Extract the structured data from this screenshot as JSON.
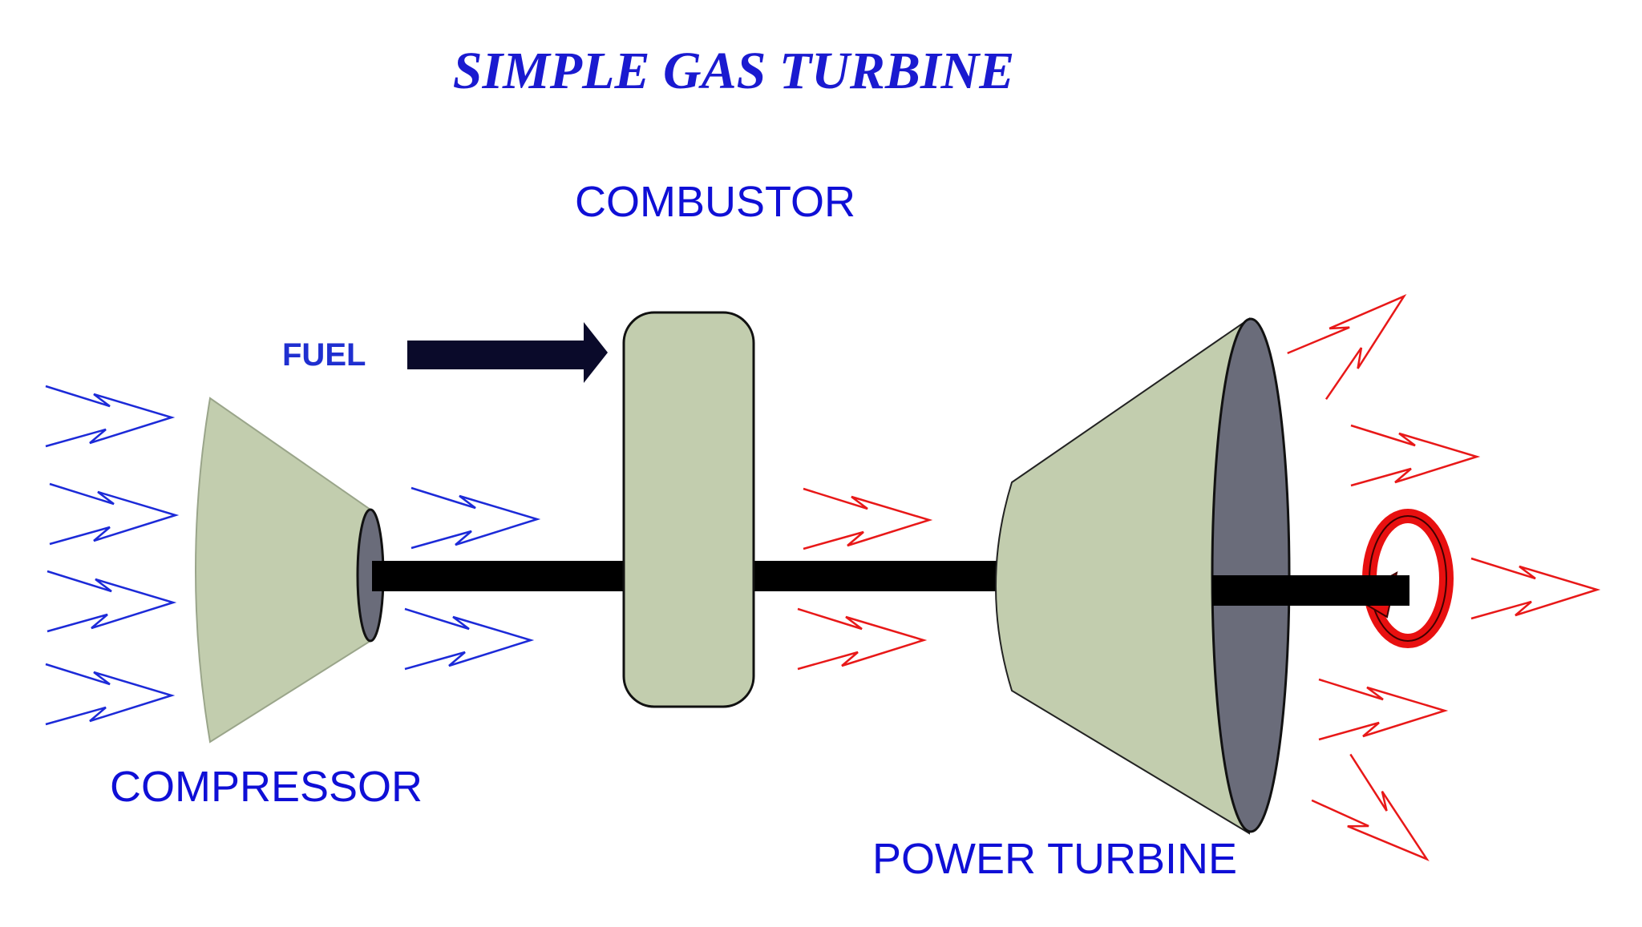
{
  "title": "SIMPLE GAS TURBINE",
  "labels": {
    "combustor": "COMBUSTOR",
    "fuel": "FUEL",
    "compressor": "COMPRESSOR",
    "power_turbine": "POWER TURBINE"
  },
  "colors": {
    "title": "#1a1ad0",
    "label": "#0f0fd6",
    "fuel_label": "#1f2fd0",
    "component_fill": "#c2cdae",
    "component_face": "#6a6c7a",
    "shaft": "#000000",
    "fuel_arrow": "#0a0a2a",
    "cold_flow": "#1c2ad8",
    "hot_flow": "#e81818",
    "rotation": "#e81010"
  },
  "icons": {
    "cold_flow": "blue-outline-arrow-icon",
    "hot_flow": "red-outline-arrow-icon",
    "rotation": "rotation-arrow-icon",
    "fuel": "fuel-arrow-icon"
  }
}
